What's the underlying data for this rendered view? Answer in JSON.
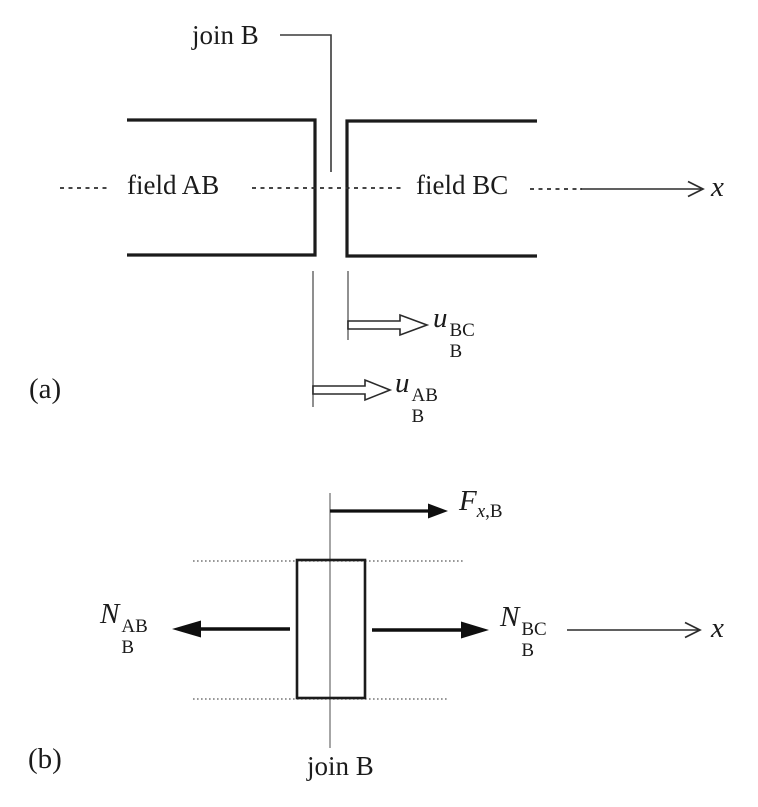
{
  "figure": {
    "caption_a": "(a)",
    "caption_b": "(b)",
    "ink_color": "#1b1b1b",
    "gray_line_color": "#777777"
  },
  "part_a": {
    "join_label": "join B",
    "field_left": "field AB",
    "field_right": "field BC",
    "axis_label": "x",
    "disp_bc": {
      "base": "u",
      "sup": "BC",
      "sub": "B"
    },
    "disp_ab": {
      "base": "u",
      "sup": "AB",
      "sub": "B"
    }
  },
  "part_b": {
    "force": {
      "base": "F",
      "sub_italic": "x",
      "sub_plain": ",B"
    },
    "normal_ab": {
      "base": "N",
      "sup": "AB",
      "sub": "B"
    },
    "normal_bc": {
      "base": "N",
      "sup": "BC",
      "sub": "B"
    },
    "axis_label": "x",
    "join_label": "join B"
  }
}
